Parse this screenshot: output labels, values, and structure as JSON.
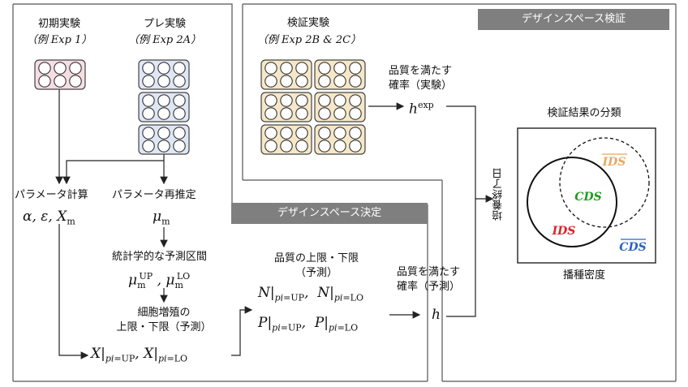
{
  "experiments": {
    "initial": {
      "title": "初期実験",
      "example": "（例 Exp 1）"
    },
    "pre": {
      "title": "プレ実験",
      "example": "（例 Exp 2A）"
    },
    "validation": {
      "title": "検証実験",
      "example": "（例 Exp 2B & 2C）"
    }
  },
  "headers": {
    "design_space_validation": "デザインスペース検証",
    "design_space_determination": "デザインスペース決定"
  },
  "steps": {
    "param_calc": {
      "label": "パラメータ計算",
      "symbols": "α, ε, X_m"
    },
    "param_reestimate": {
      "label": "パラメータ再推定",
      "symbols": "μ_m"
    },
    "prediction_interval": {
      "label": "統計学的な予測区間",
      "symbols": "μ_m^UP , μ_m^LO"
    },
    "growth_bounds": {
      "line1": "細胞増殖の",
      "line2": "上限・下限（予測）",
      "symbols": "X|pi=UP , X|pi=LO"
    },
    "quality_bounds": {
      "line1": "品質の上限・下限",
      "line2": "（予測）",
      "symbols_row1": "N|pi=UP ,  N|pi=LO",
      "symbols_row2": "P|pi=UP ,  P|pi=LO"
    },
    "prob_experiment": {
      "line1": "品質を満たす",
      "line2": "確率（実験）",
      "symbol": "h^exp"
    },
    "prob_predicted": {
      "line1": "品質を満たす",
      "line2": "確率（予測）",
      "symbol": "h"
    }
  },
  "classification": {
    "title": "検証結果の分類",
    "y_axis": "培養終了日",
    "x_axis": "播種密度",
    "regions": [
      {
        "label": "IDS",
        "overline": true,
        "color": "#e8a860"
      },
      {
        "label": "CDS",
        "overline": false,
        "color": "#1f9a1f"
      },
      {
        "label": "IDS",
        "overline": false,
        "color": "#e0202a"
      },
      {
        "label": "CDS",
        "overline": true,
        "color": "#2a63c8"
      }
    ]
  },
  "colors": {
    "plate_pink": "#f6dde3",
    "plate_blue": "#dfe6f4",
    "plate_tan": "#f6e7c8",
    "header_gray": "#7f7f7f"
  }
}
